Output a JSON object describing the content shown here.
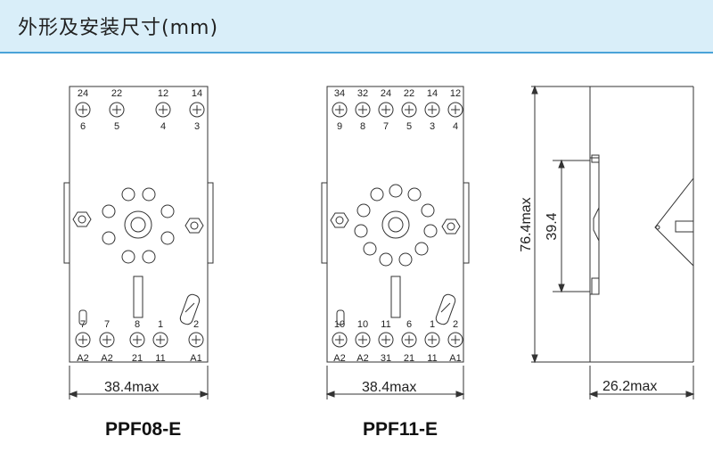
{
  "header": {
    "title": "外形及安装尺寸(mm)"
  },
  "left": {
    "model": "PPF08-E",
    "width_dim": "38.4max",
    "top_terminals": [
      {
        "top": "24",
        "bottom": "6"
      },
      {
        "top": "22",
        "bottom": "5"
      },
      {
        "top": "12",
        "bottom": "4"
      },
      {
        "top": "14",
        "bottom": "3"
      }
    ],
    "bottom_terminals": [
      {
        "top": "7",
        "bottom": "A2"
      },
      {
        "top": "7",
        "bottom": "A2"
      },
      {
        "top": "8",
        "bottom": "21"
      },
      {
        "top": "1",
        "bottom": "11"
      },
      {
        "top": "2",
        "bottom": "A1"
      }
    ]
  },
  "middle": {
    "model": "PPF11-E",
    "width_dim": "38.4max",
    "top_terminals": [
      {
        "top": "34",
        "bottom": "9"
      },
      {
        "top": "32",
        "bottom": "8"
      },
      {
        "top": "24",
        "bottom": "7"
      },
      {
        "top": "22",
        "bottom": "5"
      },
      {
        "top": "14",
        "bottom": "3"
      },
      {
        "top": "12",
        "bottom": "4"
      }
    ],
    "bottom_terminals": [
      {
        "top": "10",
        "bottom": "A2"
      },
      {
        "top": "10",
        "bottom": "A2"
      },
      {
        "top": "11",
        "bottom": "31"
      },
      {
        "top": "6",
        "bottom": "21"
      },
      {
        "top": "1",
        "bottom": "11"
      },
      {
        "top": "2",
        "bottom": "A1"
      }
    ]
  },
  "side": {
    "height_dim": "76.4max",
    "inner_dim": "39.4",
    "depth_dim": "26.2max"
  }
}
